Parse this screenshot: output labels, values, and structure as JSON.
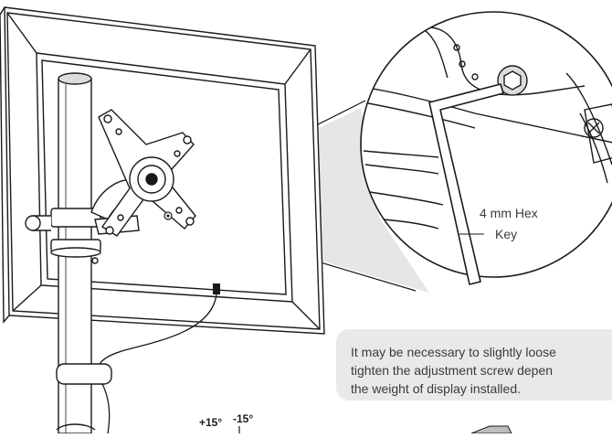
{
  "callout": {
    "hex_key_label_line1": "4 mm Hex",
    "hex_key_label_line2": "Key"
  },
  "note": {
    "line1": "It may be necessary to slightly loose",
    "line2": "tighten the adjustment screw depen",
    "line3": "the weight of display installed."
  },
  "tilt": {
    "plus": "+15°",
    "minus": "-15°"
  },
  "colors": {
    "line": "#1a1a1a",
    "callout_fill": "#e6e6e6",
    "note_fill": "#e9e9e9",
    "text": "#3a3a3a"
  }
}
